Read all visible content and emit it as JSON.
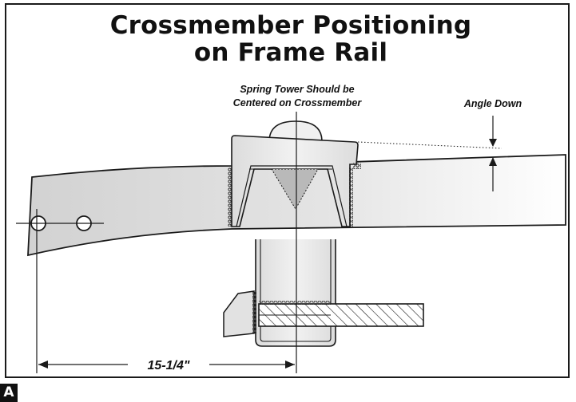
{
  "title": {
    "line1": "Crossmember Positioning",
    "line2": "on Frame Rail"
  },
  "callouts": {
    "spring_tower_line1": "Spring Tower Should be",
    "spring_tower_line2": "Centered on Crossmember",
    "angle_down": "Angle Down"
  },
  "dimension": {
    "label": "15-1/4\""
  },
  "panel_label": "A",
  "colors": {
    "line": "#1a1a1a",
    "rail_fill_start": "#d2d2d2",
    "rail_fill_end": "#ffffff",
    "tower_fill": "#e9e9e9",
    "triangle_fill": "#b9b9b9"
  }
}
